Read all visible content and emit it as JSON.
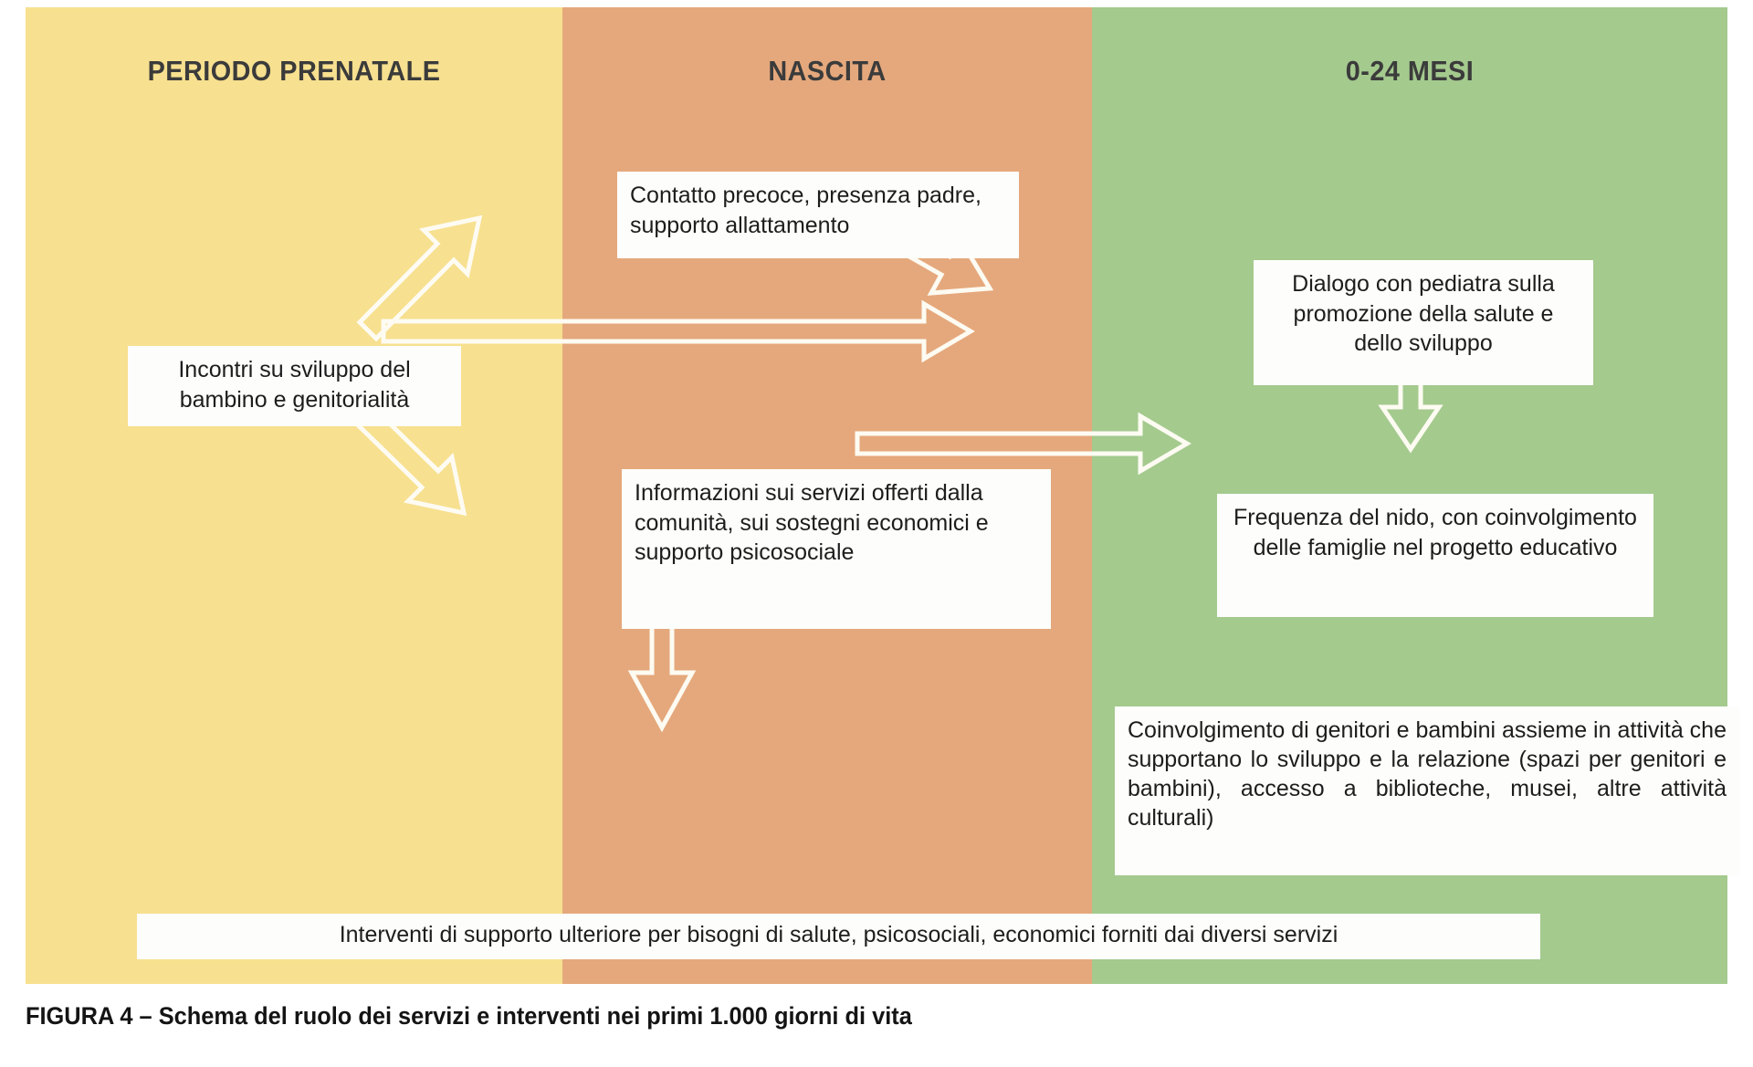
{
  "figure": {
    "caption": "FIGURA 4 – Schema del ruolo dei servizi e interventi nei primi 1.000 giorni di vita"
  },
  "colors": {
    "prenatal": "#f7e08f",
    "birth": "#e5a87c",
    "months": "#a4ca8e",
    "box_fill": "#fdfdfb",
    "arrow_stroke": "#fdfbf2",
    "title_text": "#3b3b3b",
    "body_text": "#1d1d1d"
  },
  "columns": [
    {
      "key": "prenatal",
      "title": "PERIODO PRENATALE"
    },
    {
      "key": "birth",
      "title": "NASCITA"
    },
    {
      "key": "months",
      "title": "0-24 MESI"
    }
  ],
  "boxes": {
    "incontri": "Incontri su sviluppo del bambino e genitorialità",
    "contatto": "Contatto precoce, presenza padre, supporto allattamento",
    "informazioni": "Informazioni sui servizi offerti dalla comunità, sui sostegni economici e supporto psicosociale",
    "dialogo": "Dialogo con pediatra sulla promozione della salute e dello sviluppo",
    "frequenza": "Frequenza del nido, con coinvolgimento delle famiglie nel progetto educativo",
    "coinvolgimento": "Coinvolgimento di genitori e bambini assieme in attività che supportano lo sviluppo e la relazione (spazi per genitori e bambini), accesso a biblioteche, musei, altre attività culturali)",
    "interventi": "Interventi di supporto ulteriore per bisogni di salute, psicosociali, economici forniti dai diversi servizi"
  },
  "arrows": [
    {
      "name": "incontri-to-contatto",
      "direction": "diagonal-up-right"
    },
    {
      "name": "incontri-to-dialogo",
      "direction": "right"
    },
    {
      "name": "incontri-to-informazioni",
      "direction": "diagonal-down-right"
    },
    {
      "name": "contatto-to-dialogo",
      "direction": "diagonal-down-right"
    },
    {
      "name": "informazioni-to-frequenza",
      "direction": "right"
    },
    {
      "name": "informazioni-to-interventi",
      "direction": "down"
    },
    {
      "name": "dialogo-to-frequenza",
      "direction": "down"
    },
    {
      "name": "coinvolgimento-to-frequenza",
      "direction": "up"
    }
  ]
}
